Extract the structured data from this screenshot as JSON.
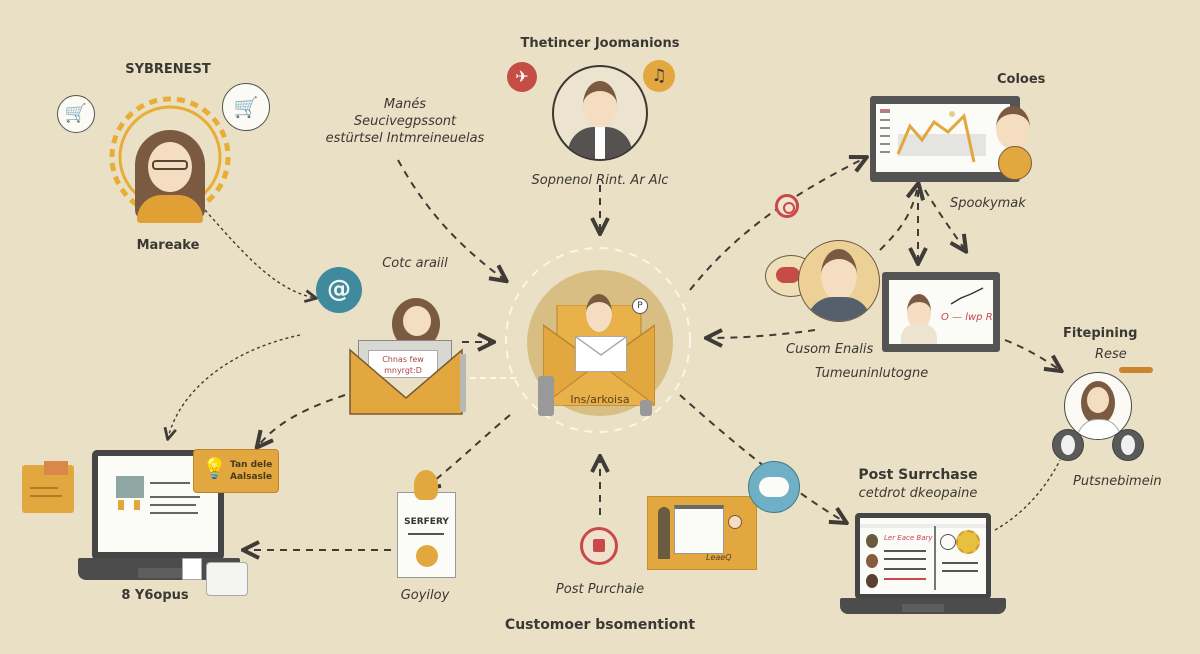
{
  "diagram": {
    "title": "Customoer bsomentiont",
    "background_color": "#e9e0c5",
    "accent_colors": {
      "mustard": "#e2a73e",
      "teal": "#3f8a9c",
      "red": "#c9484a",
      "dark": "#4a4a4a",
      "skin": "#f4ddc0"
    },
    "nodes": {
      "awareness": {
        "heading": "SYBRENEST",
        "caption": "Mareake",
        "icons": [
          "shopping-cart-icon",
          "shopping-cart-dark-icon"
        ]
      },
      "segmentation_note": {
        "lines": [
          "Manés",
          "Seucivegpssont",
          "estürtsel Intmreineuelas"
        ]
      },
      "top_persona": {
        "heading": "Thetincer Joomanions",
        "caption": "Sopnenol Rint. Ar Alc",
        "icons": [
          "no-plane-icon",
          "music-note-icon"
        ]
      },
      "analytics": {
        "heading": "Coloes",
        "caption": "Spookymak"
      },
      "email_contact": {
        "heading": "Cotc araiil",
        "letter_text": [
          "Chnas few",
          "mnyrgt:D"
        ]
      },
      "central_hub": {
        "label": "Ins/arkoisa"
      },
      "custom_emails": {
        "caption": "Cusom Enalis",
        "subcaption": "Tumeuninlutogne",
        "screen_text": "O — lwp R"
      },
      "followup": {
        "heading": "Fitepining",
        "subheading": "Rese",
        "caption": "Putsnebimein"
      },
      "laptop_left": {
        "caption": "8 Y6opus",
        "tip_text": [
          "Tan dele",
          "Aalsasle"
        ]
      },
      "survey": {
        "doc_title": "SERFERY",
        "caption": "Goyiloy"
      },
      "post_purchase_center": {
        "caption": "Post Purchaie"
      },
      "board": {
        "note": "LeaeQ"
      },
      "post_purchase_right": {
        "heading": "Post Surrchase",
        "caption": "cetdrot dkeopaine",
        "screen_text": "Ler Eace Bary"
      }
    }
  }
}
